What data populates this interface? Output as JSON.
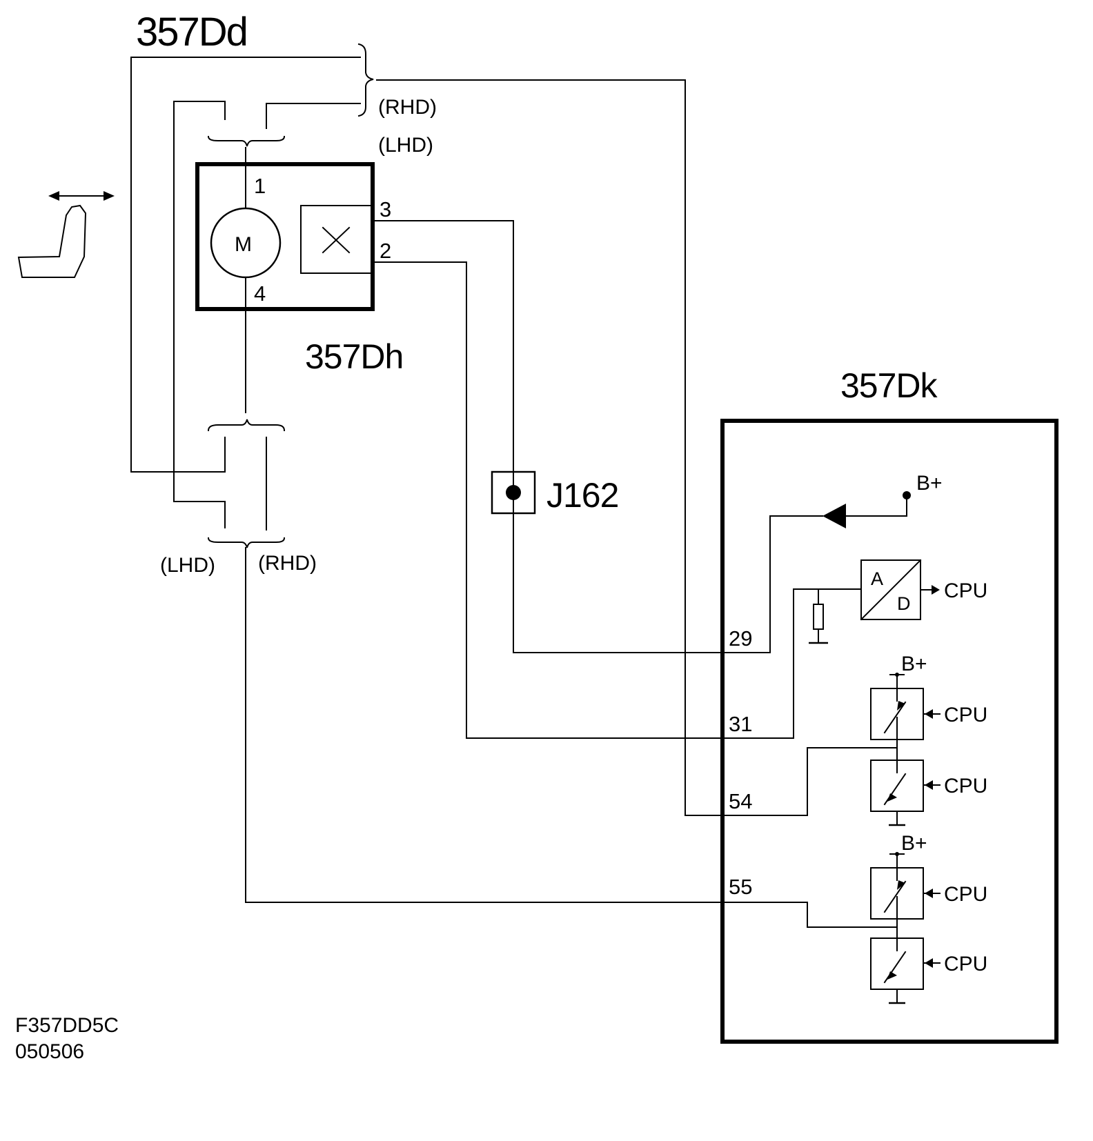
{
  "labels": {
    "connector_357Dd": "357Dd",
    "motor_357Dh": "357Dh",
    "module_357Dk": "357Dk",
    "junction_J162": "J162",
    "rhd_top": "(RHD)",
    "lhd_top": "(LHD)",
    "lhd_bottom": "(LHD)",
    "rhd_bottom": "(RHD)",
    "figure_code": "F357DD5C",
    "figure_date": "050506"
  },
  "motor": {
    "symbol": "M",
    "pins": [
      "1",
      "3",
      "2",
      "4"
    ]
  },
  "module": {
    "pins": [
      "29",
      "31",
      "54",
      "55"
    ],
    "ad_converter": {
      "a": "A",
      "d": "D",
      "output": "CPU"
    },
    "supply_labels": [
      "B+",
      "B+",
      "B+"
    ],
    "cpu_labels": [
      "CPU",
      "CPU",
      "CPU",
      "CPU"
    ]
  },
  "icons": [
    "seat-icon",
    "bidirectional-arrow-icon",
    "ground-icon",
    "resistor-icon",
    "transistor-switch-icon"
  ]
}
